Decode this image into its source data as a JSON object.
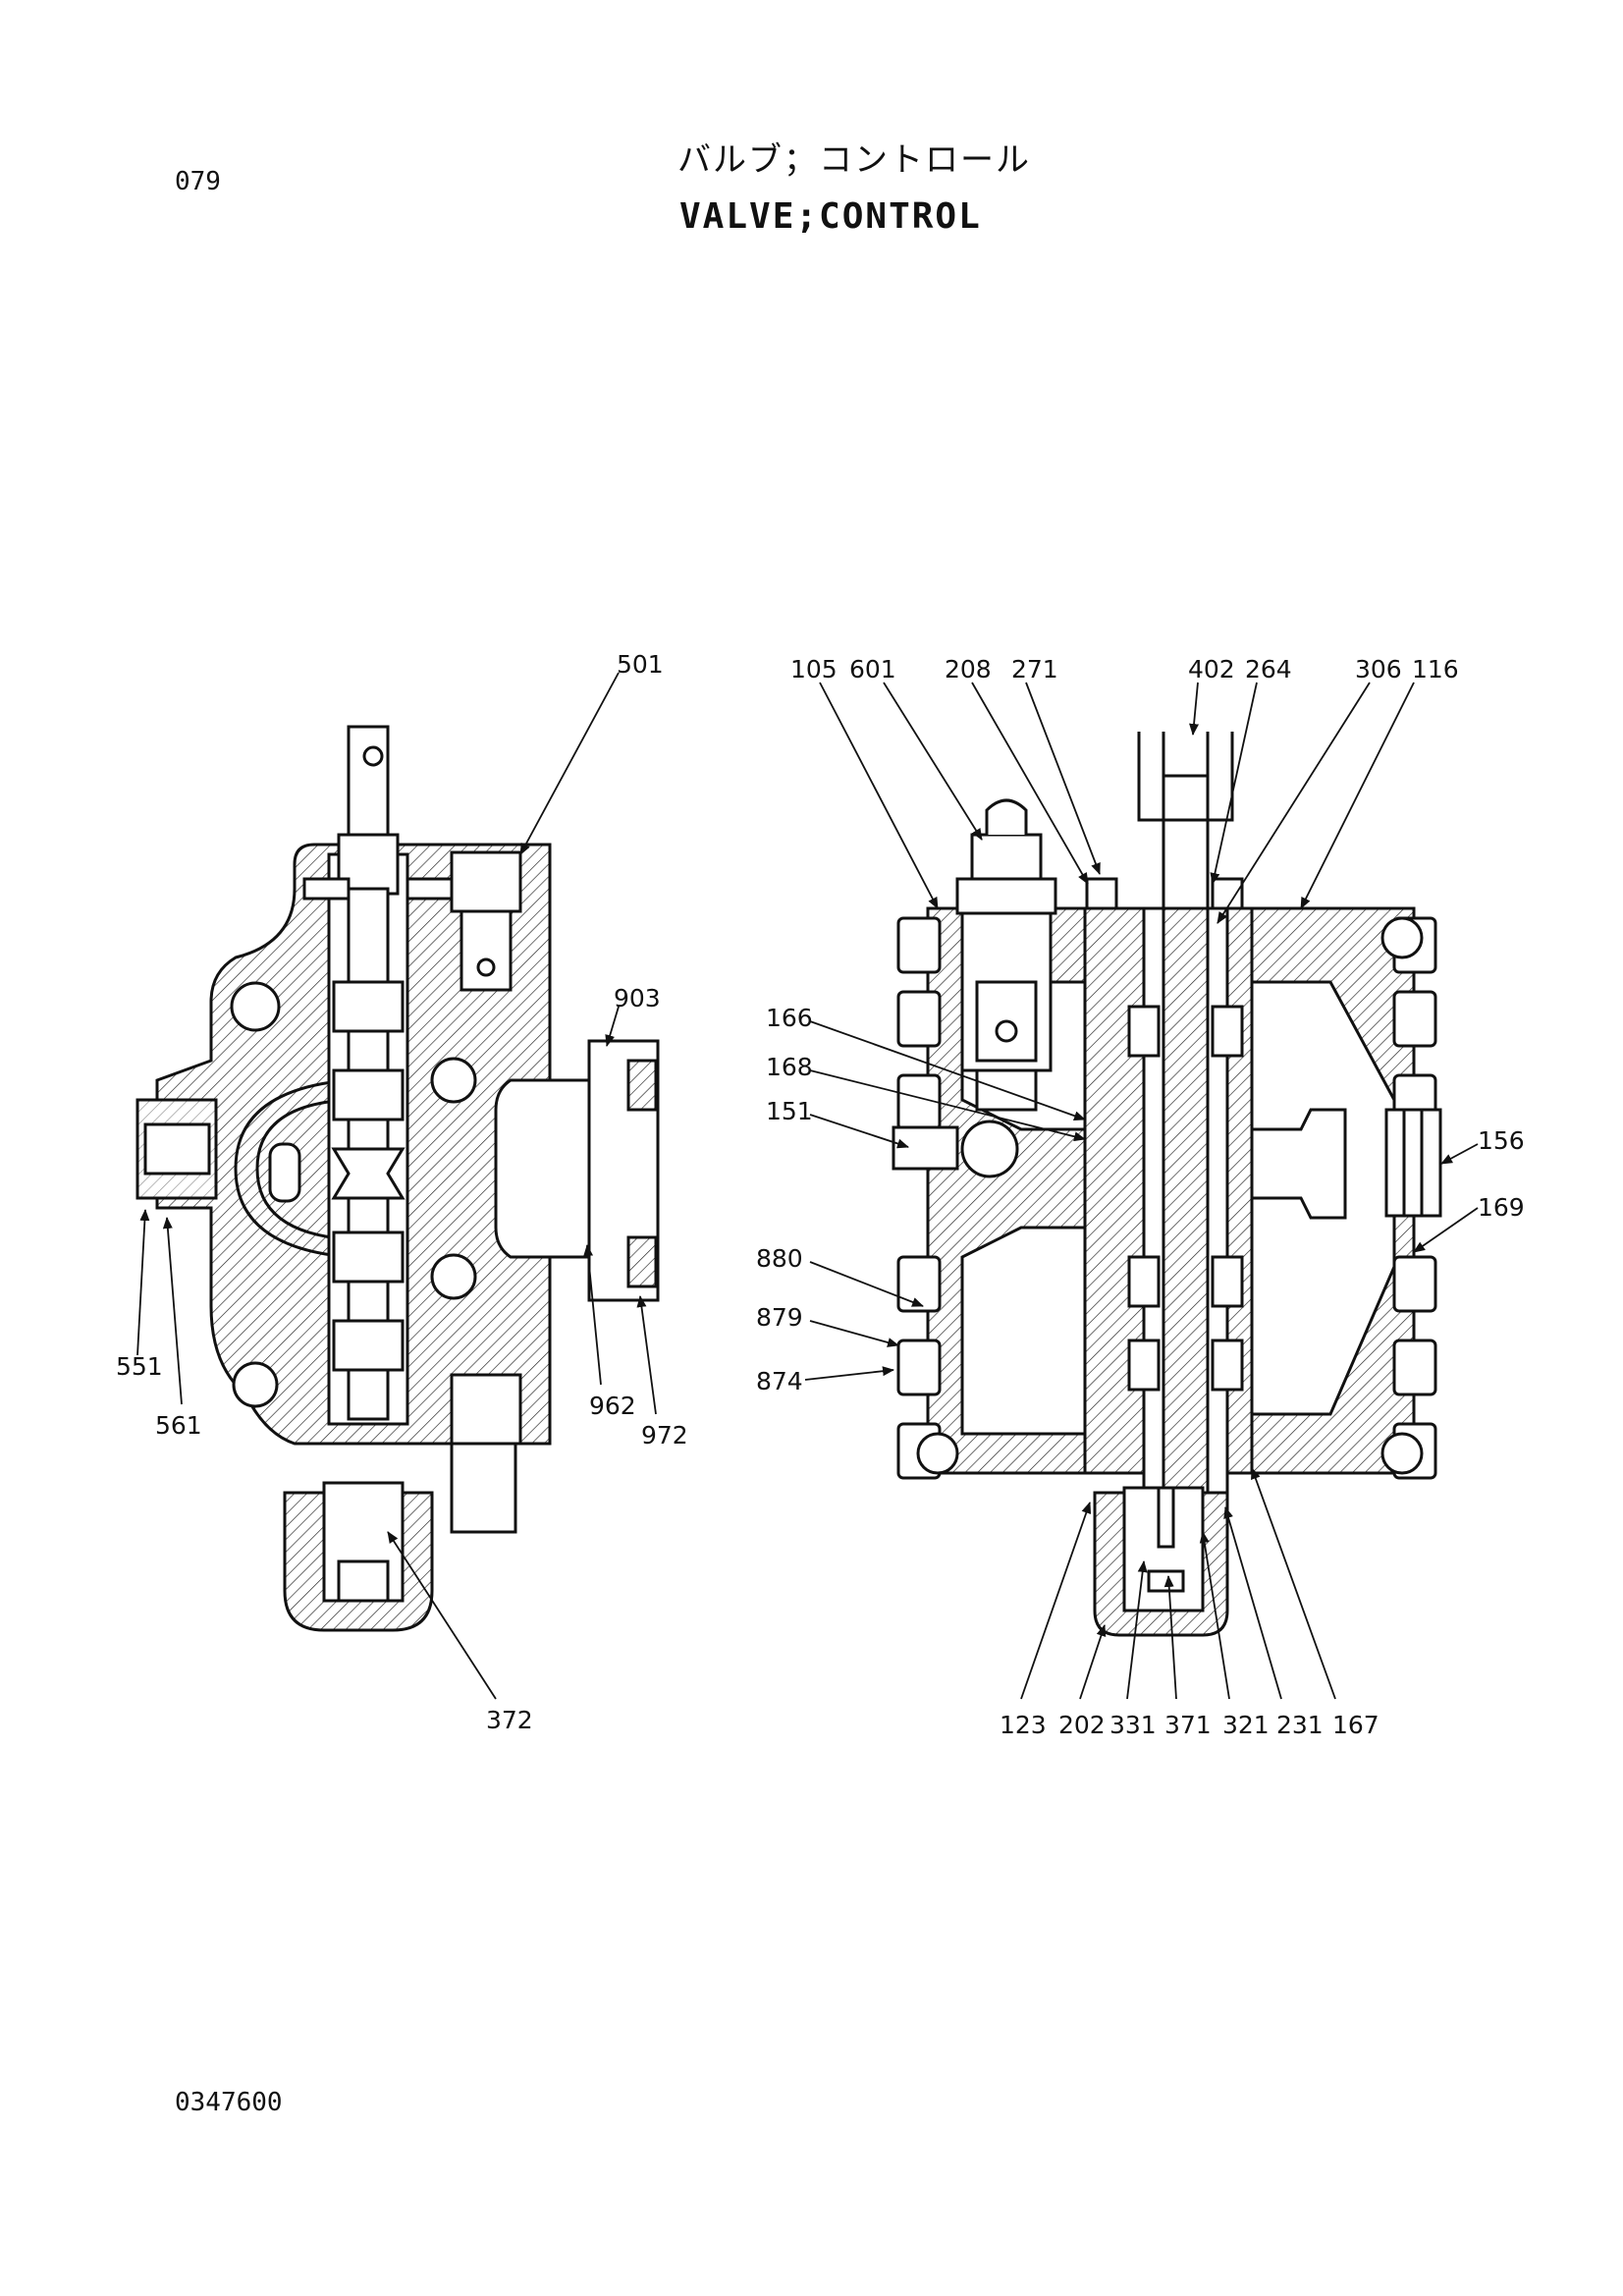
{
  "header": {
    "page_number": "079",
    "title_jp": "バルブ；コントロール",
    "title_en": "VALVE;CONTROL"
  },
  "footer": {
    "document_number": "0347600"
  },
  "callouts": {
    "left_view": [
      "501",
      "903",
      "551",
      "561",
      "962",
      "972",
      "372"
    ],
    "right_view": [
      "105",
      "601",
      "208",
      "271",
      "402",
      "264",
      "306",
      "116",
      "166",
      "168",
      "151",
      "156",
      "169",
      "880",
      "879",
      "874",
      "123",
      "202",
      "331",
      "371",
      "321",
      "231",
      "167"
    ]
  }
}
